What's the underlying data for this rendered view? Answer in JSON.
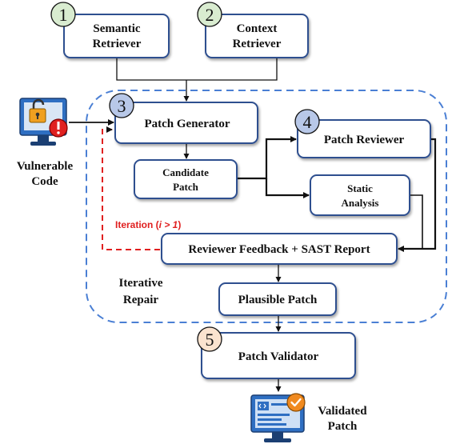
{
  "nodes": {
    "semantic": {
      "number": "1",
      "line1": "Semantic",
      "line2": "Retriever"
    },
    "context": {
      "number": "2",
      "line1": "Context",
      "line2": "Retriever"
    },
    "generator": {
      "number": "3",
      "label": "Patch Generator"
    },
    "reviewer": {
      "number": "4",
      "label": "Patch Reviewer"
    },
    "candidate": {
      "line1": "Candidate",
      "line2": "Patch"
    },
    "static": {
      "line1": "Static",
      "line2": "Analysis"
    },
    "feedback": {
      "label": "Reviewer Feedback + SAST Report"
    },
    "plausible": {
      "label": "Plausible Patch"
    },
    "validator": {
      "number": "5",
      "label": "Patch Validator"
    }
  },
  "labels": {
    "vulnerable_line1": "Vulnerable",
    "vulnerable_line2": "Code",
    "iteration_prefix": "Iteration (",
    "iteration_math": "i > 1",
    "iteration_suffix": ")",
    "region_line1": "Iterative",
    "region_line2": "Repair",
    "validated_line1": "Validated",
    "validated_line2": "Patch"
  },
  "colors": {
    "box_border": "#2f4f8f",
    "dashed_region": "#4a7fd4",
    "iteration_red": "#e02020",
    "circle_green": "#d9ecd0",
    "circle_blue": "#b8c8e8",
    "circle_peach": "#fbe3cf",
    "monitor_blue": "#2f6fc2",
    "lock_orange": "#f0a020",
    "warn_red": "#e02020",
    "check_orange": "#f08a20"
  },
  "icons": [
    "vulnerable-code-icon",
    "validated-patch-icon"
  ]
}
